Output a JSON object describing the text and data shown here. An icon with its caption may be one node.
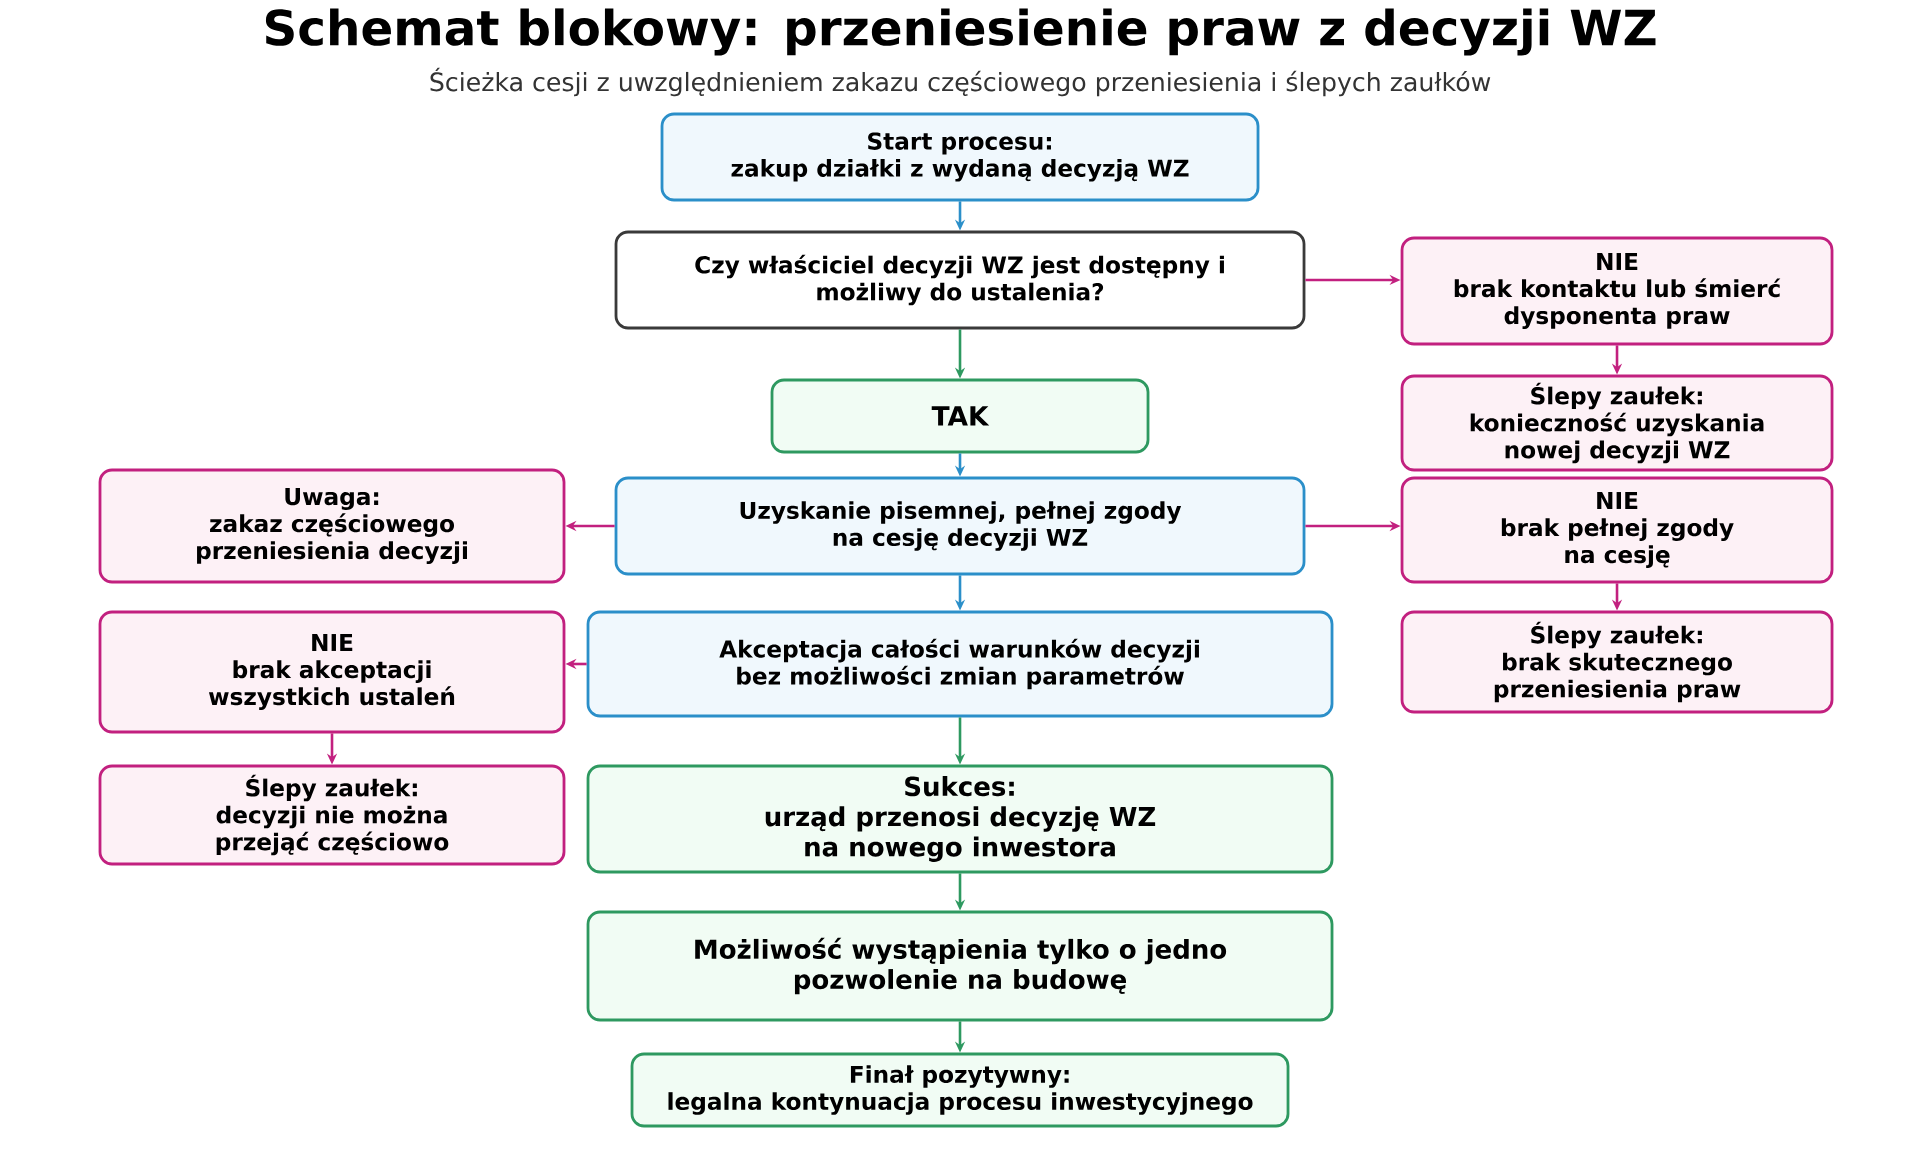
{
  "diagram": {
    "title": "Schemat blokowy: przeniesienie praw z decyzji WZ",
    "nodes": [
      {
        "text": [
          "Start procesu:",
          "zakup działki z wydaną decyzją WZ"
        ]
      },
      {
        "text": [
          "Czy właściciel decyzji WZ jest dostępny i możliwy do ustalenia?"
        ]
      },
      {
        "text": [
          "NIE",
          "brak kontaktu lub śmierć dysponenta praw"
        ]
      },
      {
        "text": [
          "TAK"
        ]
      },
      {
        "text": [
          "Ślepy zaułek:",
          "konieczność uzyskania nowej decyzji WZ"
        ]
      },
      {
        "text": [
          "Uwaga:",
          "zakaz częściowego przeniesienia decyzji"
        ]
      },
      {
        "text": [
          "Uzyskanie pisemnej, pełnej zgody na cesję decyzji WZ"
        ]
      },
      {
        "text": [
          "NIE",
          "brak pełnej zgody na cesję"
        ]
      },
      {
        "text": [
          "NIE",
          "brak akceptacji wszystkich ustaleń"
        ]
      },
      {
        "text": [
          "Akceptacja całości warunków decyzji bez możliwości zmian parametrów"
        ]
      },
      {
        "text": [
          "Ślepy zaułek:",
          "brak skutecznego przeniesienia praw"
        ]
      },
      {
        "text": [
          "Ślepy zaułek:",
          "decyzji nie można przejąć częściowo"
        ]
      },
      {
        "text": [
          "Sukces:",
          "urząd przenosi decyzję WZ na nowego inwestora"
        ]
      },
      {
        "text": [
          "Możliwość wystąpienia tylko o jedno pozwolenie na budowę"
        ]
      },
      {
        "text": [
          "Finał pozytywny:",
          "legalna kontynuacja procesu inwestycyjnego"
        ]
      }
    ],
    "edges": [
      {
        "from": 0,
        "to": 1,
        "arrow": "to",
        "color": "#2b8fc9"
      },
      {
        "from": 1,
        "to": 2,
        "arrow": "to"
      },
      {
        "from": 1,
        "to": 3,
        "arrow": "to",
        "color": "#2e9960"
      },
      {
        "from": 2,
        "to": 4,
        "arrow": "to"
      },
      {
        "from": 3,
        "to": 6,
        "arrow": "to",
        "color": "#2b8fc9"
      },
      {
        "from": 6,
        "to": 5,
        "arrow": "to"
      },
      {
        "from": 6,
        "to": 7,
        "arrow": "to"
      },
      {
        "from": 6,
        "to": 9,
        "arrow": "to",
        "color": "#2b8fc9"
      },
      {
        "from": 7,
        "to": 10,
        "arrow": "to"
      },
      {
        "from": 9,
        "to": 8,
        "arrow": "to"
      },
      {
        "from": 8,
        "to": 11,
        "arrow": "to"
      },
      {
        "from": 9,
        "to": 12,
        "arrow": "to",
        "color": "#2e9960"
      },
      {
        "from": 12,
        "to": 13,
        "arrow": "to",
        "color": "#2e9960"
      },
      {
        "from": 13,
        "to": 14,
        "arrow": "to",
        "color": "#2e9960"
      }
    ],
    "labels": [
      "Ścieżka cesji z uwzględnieniem zakazu częściowego przeniesienia i ślepych zaułków"
    ]
  }
}
